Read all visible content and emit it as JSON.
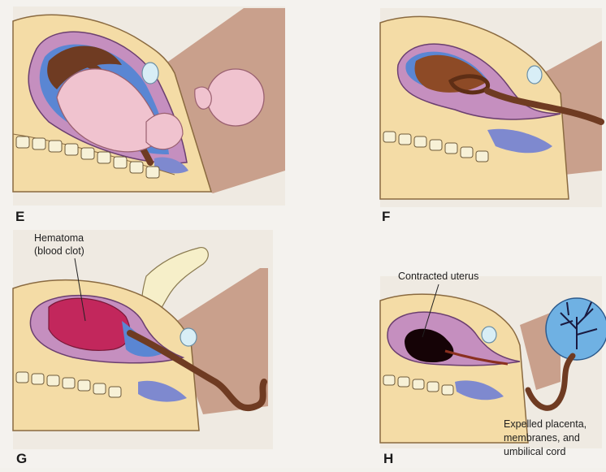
{
  "panels": [
    {
      "letter": "E"
    },
    {
      "letter": "F"
    },
    {
      "letter": "G",
      "label": [
        "Hematoma",
        "(blood clot)"
      ]
    },
    {
      "letter": "H",
      "label": [
        "Contracted uterus"
      ],
      "label2": [
        "Expelled placenta,",
        "membranes, and",
        "umbilical cord"
      ]
    }
  ],
  "colors": {
    "skin": "#f4dca6",
    "thigh": "#caa08a",
    "uterus": "#c58fbf",
    "amnion": "#5a86d3",
    "placenta": "#6f3b22",
    "baby": "#f0c3cf",
    "bowel": "#7e89cf",
    "bladder": "#d8eef6",
    "clot": "#c2275c",
    "vertebra": "#f7f1d7"
  }
}
